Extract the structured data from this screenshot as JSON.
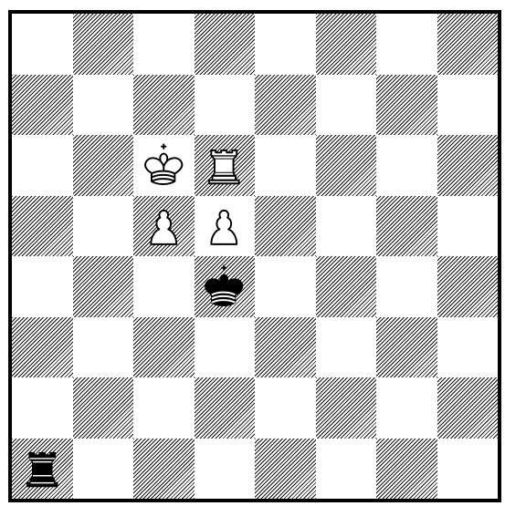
{
  "board": {
    "orientation": "white-bottom",
    "files": [
      "a",
      "b",
      "c",
      "d",
      "e",
      "f",
      "g",
      "h"
    ],
    "ranks": [
      8,
      7,
      6,
      5,
      4,
      3,
      2,
      1
    ],
    "colors": {
      "light_square": "#ffffff",
      "dark_square_hatch": "#111111",
      "border": "#000000"
    },
    "pieces": [
      {
        "square": "c6",
        "type": "king",
        "color": "white",
        "icon": "white-king-icon"
      },
      {
        "square": "d6",
        "type": "rook",
        "color": "white",
        "icon": "white-rook-icon"
      },
      {
        "square": "c5",
        "type": "pawn",
        "color": "white",
        "icon": "white-pawn-icon"
      },
      {
        "square": "d5",
        "type": "pawn",
        "color": "white",
        "icon": "white-pawn-icon"
      },
      {
        "square": "d4",
        "type": "king",
        "color": "black",
        "icon": "black-king-icon"
      },
      {
        "square": "a1",
        "type": "rook",
        "color": "black",
        "icon": "black-rook-icon"
      }
    ]
  }
}
